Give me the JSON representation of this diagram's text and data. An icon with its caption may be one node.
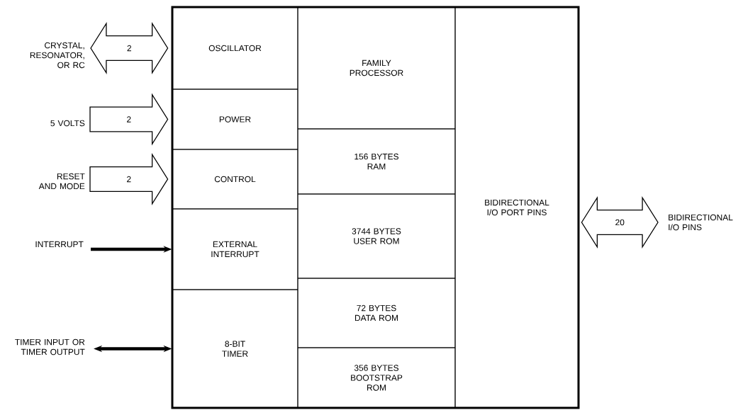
{
  "diagram": {
    "nodes": [
      {
        "text": [
          "OSCILLATOR"
        ]
      },
      {
        "text": [
          "POWER"
        ]
      },
      {
        "text": [
          "CONTROL"
        ]
      },
      {
        "text": [
          "EXTERNAL INTERRUPT"
        ]
      },
      {
        "text": [
          "8-BIT TIMER"
        ]
      },
      {
        "text": [
          "FAMILY PROCESSOR"
        ]
      },
      {
        "text": [
          "156 BYTES RAM"
        ]
      },
      {
        "text": [
          "3744 BYTES USER ROM"
        ]
      },
      {
        "text": [
          "72 BYTES DATA ROM"
        ]
      },
      {
        "text": [
          "356 BYTES BOOTSTRAP ROM"
        ]
      },
      {
        "text": [
          "BIDIRECTIONAL I/O PORT PINS"
        ]
      },
      {
        "text": [
          "CRYSTAL, RESONATOR, OR RC"
        ]
      },
      {
        "text": [
          "5 VOLTS"
        ]
      },
      {
        "text": [
          "RESET AND MODE"
        ]
      },
      {
        "text": [
          "INTERRUPT"
        ]
      },
      {
        "text": [
          "TIMER INPUT OR TIMER OUTPUT"
        ]
      },
      {
        "text": [
          "BIDIRECTIONAL I/O PINS"
        ]
      }
    ],
    "edges": [
      {
        "from": 11,
        "to": 0,
        "arrow": "both",
        "label": "2"
      },
      {
        "from": 12,
        "to": 1,
        "arrow": "to",
        "label": "2"
      },
      {
        "from": 13,
        "to": 2,
        "arrow": "to",
        "label": "2"
      },
      {
        "from": 14,
        "to": 3,
        "arrow": "to"
      },
      {
        "from": 15,
        "to": 4,
        "arrow": "both"
      },
      {
        "from": 10,
        "to": 16,
        "arrow": "both",
        "label": "20"
      }
    ]
  }
}
